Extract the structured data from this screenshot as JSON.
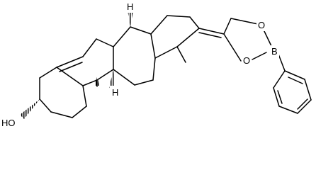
{
  "molecule": {
    "atom_labels": {
      "hydroxyl": "HO",
      "h_top": "H",
      "h_bottom": "H",
      "oxygen_upper": "O",
      "oxygen_lower": "O",
      "boron": "B"
    }
  }
}
